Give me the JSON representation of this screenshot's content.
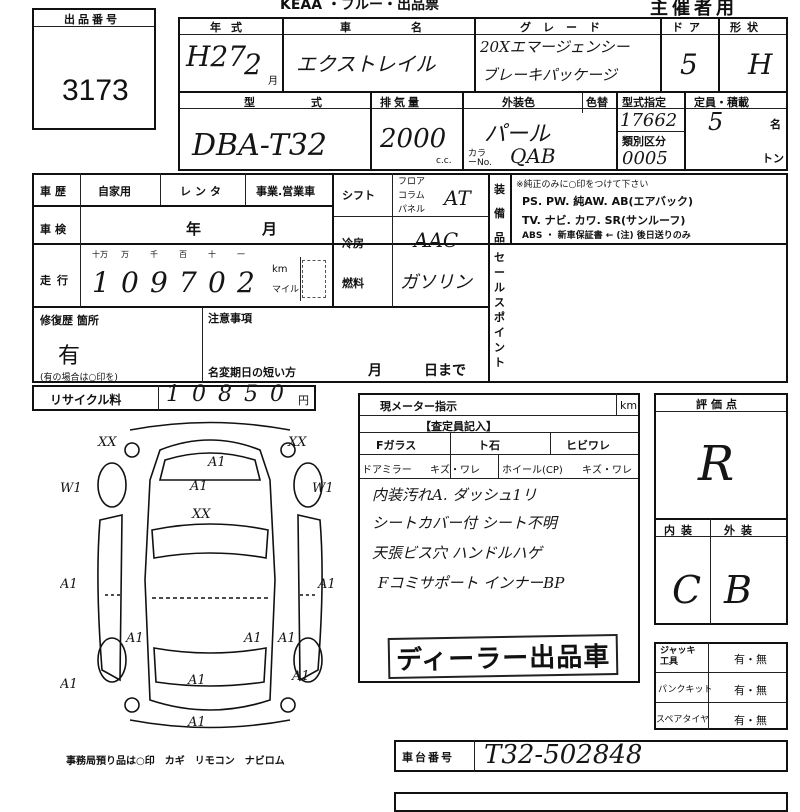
{
  "header": {
    "title_left": "KEAA",
    "title_mid": "・ブルー・出品票",
    "title_right": "主催者用",
    "lot_number_label": "出品番号",
    "lot_number": "3173"
  },
  "vehicle": {
    "year_label": "年式",
    "year_value": "H27",
    "month_value": "2",
    "month_unit": "月",
    "name_label": "車名",
    "name_value": "エクストレイル",
    "grade_label": "グレード",
    "grade_line1": "20Xエマージェンシー",
    "grade_line2": "ブレーキパッケージ",
    "doors_label": "ドア",
    "doors_value": "5",
    "shape_label": "形状",
    "shape_value": "H",
    "model_label": "型式",
    "model_value": "DBA-T32",
    "displacement_label": "排気量",
    "displacement_value": "2000",
    "displacement_unit": "c.c.",
    "ext_color_label": "外装色",
    "ext_color_value": "パール",
    "color_no_label": "色替",
    "color_code_label": "カラーNo.",
    "color_code_value": "QAB",
    "type_designation_label": "型式指定",
    "type_designation_value": "17662",
    "class_label": "類別区分",
    "class_value": "0005",
    "capacity_label": "定員・積載",
    "capacity_value": "5",
    "capacity_unit": "名",
    "load_unit": "トン"
  },
  "history": {
    "history_label": "車歴",
    "private_label": "自家用",
    "rental_label": "レンタ",
    "business_label": "事業.営業車",
    "inspection_label": "車検",
    "year_unit": "年",
    "month_unit": "月",
    "mileage_label": "走行",
    "mileage_digits_labels": [
      "十万",
      "万",
      "千",
      "百",
      "十",
      "一"
    ],
    "mileage_digits": [
      "1",
      "0",
      "9",
      "7",
      "0",
      "2"
    ],
    "km_label": "km",
    "mile_label": "マイル"
  },
  "specs": {
    "shift_label": "シフト",
    "shift_opts": [
      "フロア",
      "コラム",
      "パネル"
    ],
    "shift_value": "AT",
    "ac_label": "冷房",
    "ac_value": "AAC",
    "fuel_label": "燃料",
    "fuel_value": "ガソリン"
  },
  "equipment": {
    "label": "装備品",
    "note": "※純正のみに○印をつけて下さい",
    "row1": "PS. PW. 純AW. AB(エアバック)",
    "row2": "TV. ナビ. カワ. SR(サンルーフ)",
    "row3": "ABS ・ 新車保証書 ← (注) 後日送りのみ"
  },
  "sale_point_label": "セールスポイント",
  "repair": {
    "label": "修復歴 箇所",
    "value": "有",
    "note": "(有の場合は○印を)",
    "caution_label": "注意事項",
    "name_change_label": "名変期日の短い方",
    "month_unit": "月",
    "day_unit": "日まで"
  },
  "recycle": {
    "label": "リサイクル料",
    "digits": [
      "1",
      "0",
      "8",
      "5",
      "0"
    ],
    "unit": "円"
  },
  "meter": {
    "label": "現メーター指示",
    "unit": "km"
  },
  "inspector": {
    "header": "【査定員記入】",
    "f_glass": "Fガラス",
    "stone": "ト石",
    "crack": "ヒビワレ",
    "door_mirror": "ドアミラー",
    "mirror_opts": "キズ・ワレ",
    "wheel": "ホイール(CP)",
    "wheel_opts": "キズ・ワレ",
    "notes": [
      "内装汚れA. ダッシュ1リ",
      "シートカバー付 シート不明",
      "天張ビス穴 ハンドルハゲ",
      "Fコミサポート インナーBP"
    ],
    "stamp": "ディーラー出品車"
  },
  "rating": {
    "label": "評価点",
    "value": "R",
    "interior_label": "内装",
    "exterior_label": "外装",
    "interior_value": "C",
    "exterior_value": "B"
  },
  "tools": {
    "jack_label": "ジャッキ工具",
    "puncture_label": "パンクキット",
    "spare_label": "スペアタイヤ",
    "yesno": "有・無"
  },
  "chassis": {
    "label": "車台番号",
    "value": "T32-502848"
  },
  "diagram": {
    "marks": [
      "XX",
      "XX",
      "W1",
      "W1",
      "A1",
      "XX",
      "A1",
      "A1",
      "A1",
      "A1",
      "A1",
      "A1",
      "A1",
      "A1",
      "A1",
      "A1"
    ],
    "footer": "事務局預り品は○印　カギ　リモコン　ナビロム"
  }
}
